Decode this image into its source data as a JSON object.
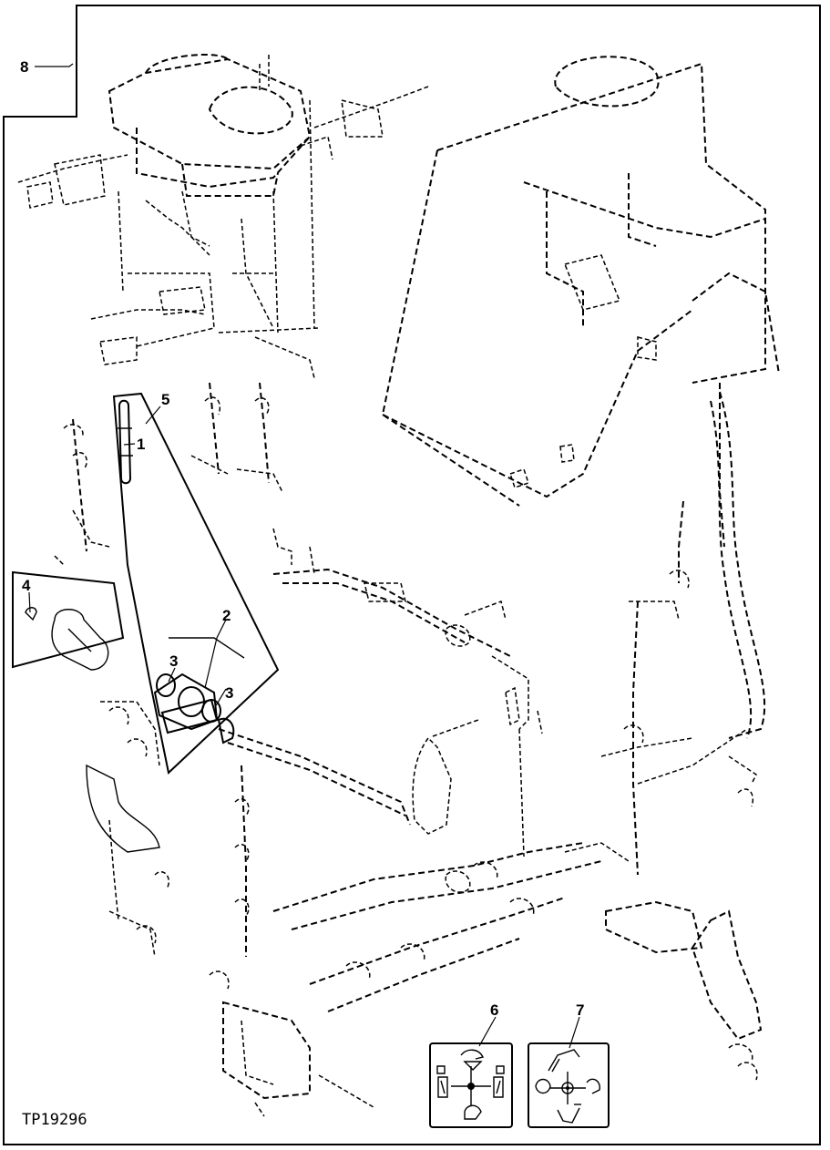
{
  "figure": {
    "reference": "TP19296",
    "callouts": [
      "1",
      "2",
      "3",
      "3",
      "4",
      "5",
      "6",
      "7",
      "8"
    ]
  },
  "colors": {
    "ink": "#000000",
    "paper": "#ffffff"
  },
  "icons": [
    "pattern-decal-6-icon",
    "pattern-decal-7-icon"
  ]
}
